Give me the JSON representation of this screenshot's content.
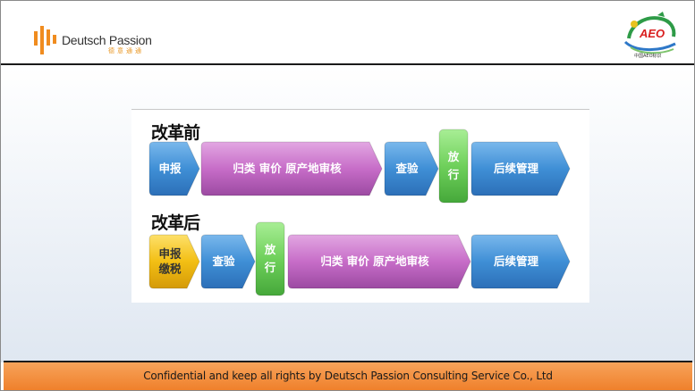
{
  "header": {
    "brand_name": "Deutsch Passion",
    "brand_sub": "德意通通",
    "aeo_label": "AEO",
    "aeo_sub": "中国AEO标识"
  },
  "diagram": {
    "before": {
      "title": "改革前",
      "steps": [
        "申报",
        "归类  审价  原产地审核",
        "查验",
        "放行",
        "后续管理"
      ]
    },
    "after": {
      "title": "改革后",
      "steps": [
        "申报\n缴税",
        "查验",
        "放行",
        "归类  审价  原产地审核",
        "后续管理"
      ]
    }
  },
  "colors": {
    "blue": "#4e95d6",
    "purple": "#c46bc6",
    "green": "#79d36b",
    "gold": "#f2c015",
    "brand_orange": "#ee8a2a"
  },
  "footer": {
    "text": "Confidential  and keep all rights by Deutsch Passion Consulting Service Co., Ltd"
  }
}
